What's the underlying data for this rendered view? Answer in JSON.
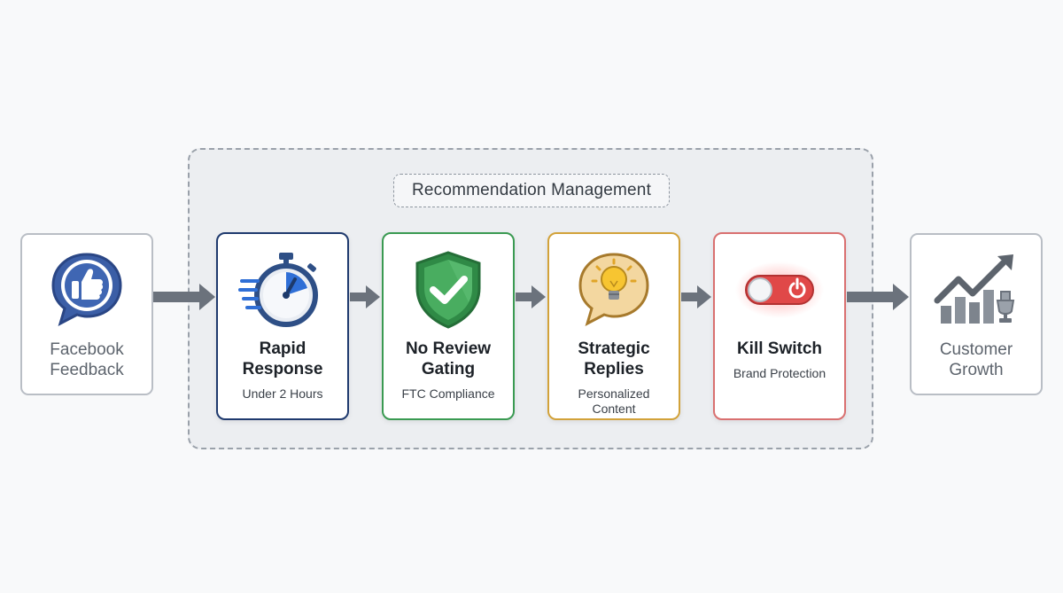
{
  "group": {
    "title": "Recommendation Management"
  },
  "source": {
    "label": "Facebook Feedback",
    "icon": "facebook-like-icon"
  },
  "target": {
    "label": "Customer Growth",
    "icon": "growth-chart-icon"
  },
  "steps": [
    {
      "title": "Rapid Response",
      "subtitle": "Under 2 Hours",
      "icon": "stopwatch-icon",
      "border": "#1f3a6e"
    },
    {
      "title": "No Review Gating",
      "subtitle": "FTC Compliance",
      "icon": "shield-check-icon",
      "border": "#3a9a52"
    },
    {
      "title": "Strategic Replies",
      "subtitle": "Personalized Content",
      "icon": "lightbulb-bubble-icon",
      "border": "#d2a23a"
    },
    {
      "title": "Kill Switch",
      "subtitle": "Brand Protection",
      "icon": "power-toggle-icon",
      "border": "#d97070"
    }
  ],
  "colors": {
    "arrow": "#6b727c",
    "background": "#f8f9fa"
  }
}
